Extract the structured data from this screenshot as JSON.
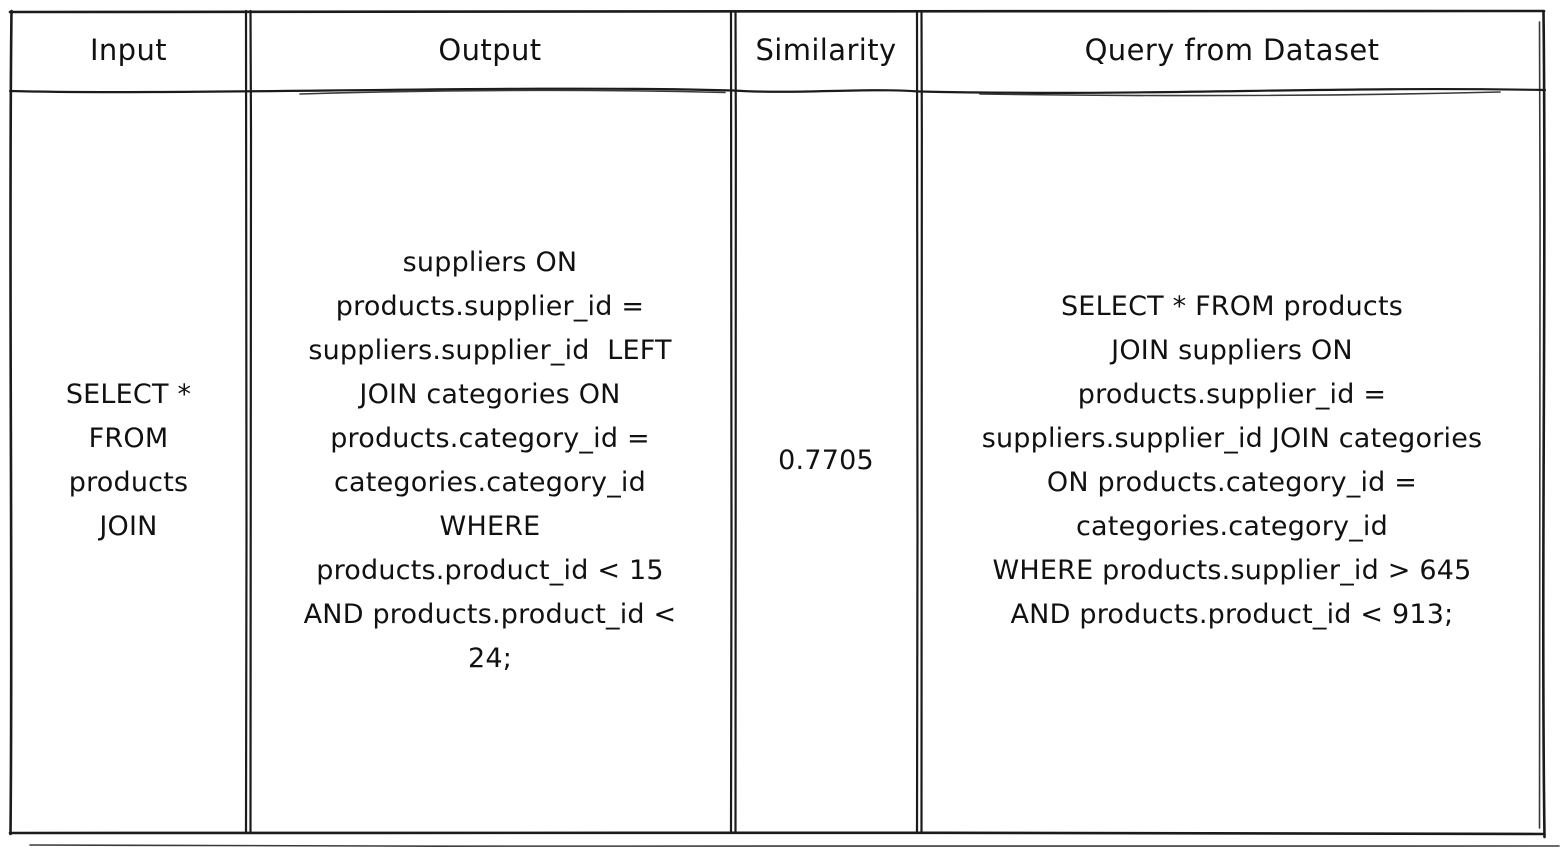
{
  "table": {
    "headers": [
      {
        "id": "input",
        "label": "Input"
      },
      {
        "id": "output",
        "label": "Output"
      },
      {
        "id": "similarity",
        "label": "Similarity"
      },
      {
        "id": "query_from_dataset",
        "label": "Query from Dataset"
      }
    ],
    "row": {
      "input": "SELECT *\nFROM\nproducts\nJOIN",
      "output": "suppliers ON\nproducts.supplier_id =\nsuppliers.supplier_id  LEFT\nJOIN categories ON\nproducts.category_id =\ncategories.category_id\nWHERE\nproducts.product_id < 15\nAND products.product_id <\n24;",
      "similarity": "0.7705",
      "query_from_dataset": "SELECT * FROM products\nJOIN suppliers ON\nproducts.supplier_id =\nsuppliers.supplier_id JOIN categories\nON products.category_id =\ncategories.category_id\nWHERE products.supplier_id > 645\nAND products.product_id < 913;"
    },
    "colors": {
      "border": "#1b1b1b",
      "text": "#111111",
      "background": "#ffffff"
    }
  }
}
